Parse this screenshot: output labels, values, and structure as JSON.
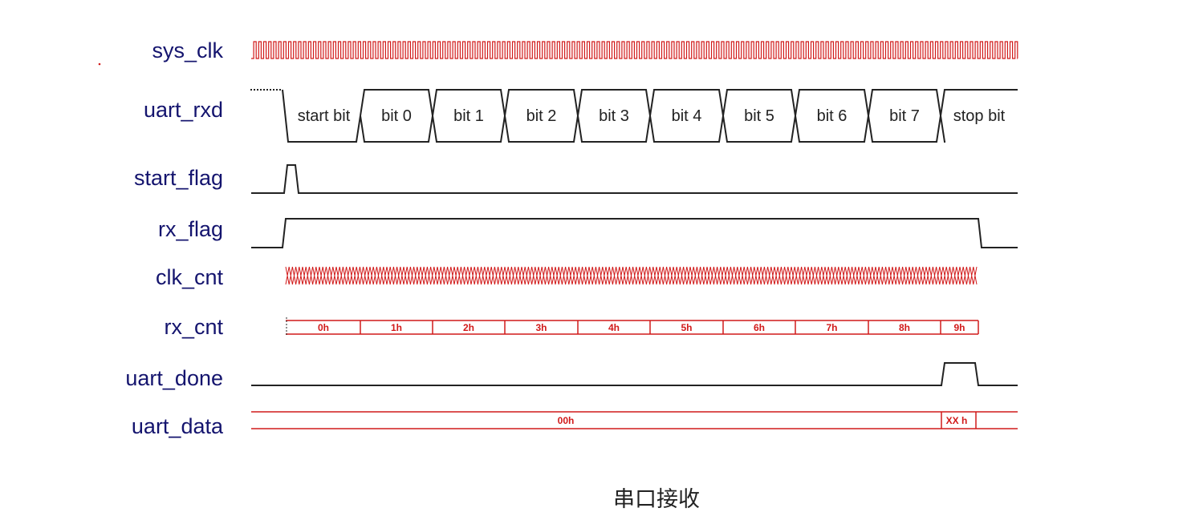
{
  "signals": [
    {
      "id": "sys_clk",
      "label": "sys_clk"
    },
    {
      "id": "uart_rxd",
      "label": "uart_rxd"
    },
    {
      "id": "start_flag",
      "label": "start_flag"
    },
    {
      "id": "rx_flag",
      "label": "rx_flag"
    },
    {
      "id": "clk_cnt",
      "label": "clk_cnt"
    },
    {
      "id": "rx_cnt",
      "label": "rx_cnt"
    },
    {
      "id": "uart_done",
      "label": "uart_done"
    },
    {
      "id": "uart_data",
      "label": "uart_data"
    }
  ],
  "uart_rxd_bits": [
    "start bit",
    "bit 0",
    "bit 1",
    "bit 2",
    "bit 3",
    "bit 4",
    "bit 5",
    "bit 6",
    "bit 7",
    "stop bit"
  ],
  "rx_cnt_values": [
    "0h",
    "1h",
    "2h",
    "3h",
    "4h",
    "5h",
    "6h",
    "7h",
    "8h",
    "9h"
  ],
  "uart_data_values": [
    "00h",
    "XX h"
  ],
  "caption": "串口接收",
  "colors": {
    "label": "#14146e",
    "black_wave": "#222222",
    "red_wave": "#d11a1a"
  }
}
